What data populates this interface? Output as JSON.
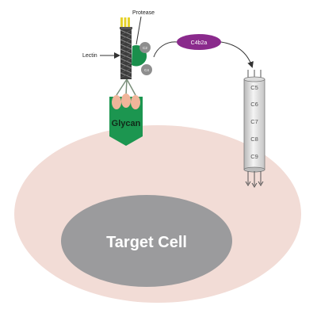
{
  "labels": {
    "protease": "Protease",
    "lectin": "Lectin",
    "c4b2a": "C4b2a",
    "glycan": "Glycan",
    "target_cell": "Target Cell",
    "c2": "C2",
    "c4": "C4"
  },
  "mac_components": [
    "C5",
    "C6",
    "C7",
    "C8",
    "C9"
  ],
  "colors": {
    "cell_membrane": "#f2dcd6",
    "nucleus": "#9b9b9d",
    "glycan": "#1c9650",
    "protease": "#1a8f4c",
    "c4b2a": "#8a2a8c",
    "lectin_tip": "#e6d22a",
    "carb_recognition": "#f0b59a"
  }
}
